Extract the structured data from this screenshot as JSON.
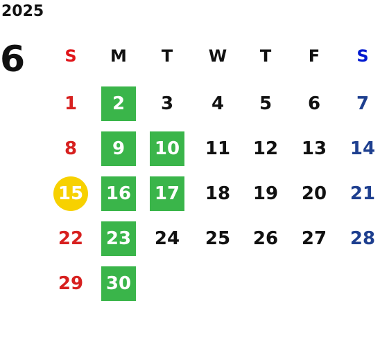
{
  "calendar": {
    "year": "2025",
    "month": "6",
    "weekdays": [
      "S",
      "M",
      "T",
      "W",
      "T",
      "F",
      "S"
    ],
    "colors": {
      "sunday": "#d7201f",
      "saturday": "#1e3f8f",
      "highlight": "#3ab54a",
      "today": "#f7d100"
    },
    "weeks": [
      [
        {
          "day": "1",
          "style": "sun"
        },
        {
          "day": "2",
          "style": "green"
        },
        {
          "day": "3",
          "style": "normal"
        },
        {
          "day": "4",
          "style": "normal"
        },
        {
          "day": "5",
          "style": "normal"
        },
        {
          "day": "6",
          "style": "normal"
        },
        {
          "day": "7",
          "style": "sat"
        }
      ],
      [
        {
          "day": "8",
          "style": "sun"
        },
        {
          "day": "9",
          "style": "green"
        },
        {
          "day": "10",
          "style": "green"
        },
        {
          "day": "11",
          "style": "normal"
        },
        {
          "day": "12",
          "style": "normal"
        },
        {
          "day": "13",
          "style": "normal"
        },
        {
          "day": "14",
          "style": "sat"
        }
      ],
      [
        {
          "day": "15",
          "style": "today"
        },
        {
          "day": "16",
          "style": "green"
        },
        {
          "day": "17",
          "style": "green"
        },
        {
          "day": "18",
          "style": "normal"
        },
        {
          "day": "19",
          "style": "normal"
        },
        {
          "day": "20",
          "style": "normal"
        },
        {
          "day": "21",
          "style": "sat"
        }
      ],
      [
        {
          "day": "22",
          "style": "sun"
        },
        {
          "day": "23",
          "style": "green"
        },
        {
          "day": "24",
          "style": "normal"
        },
        {
          "day": "25",
          "style": "normal"
        },
        {
          "day": "26",
          "style": "normal"
        },
        {
          "day": "27",
          "style": "normal"
        },
        {
          "day": "28",
          "style": "sat"
        }
      ],
      [
        {
          "day": "29",
          "style": "sun"
        },
        {
          "day": "30",
          "style": "green"
        }
      ]
    ]
  }
}
